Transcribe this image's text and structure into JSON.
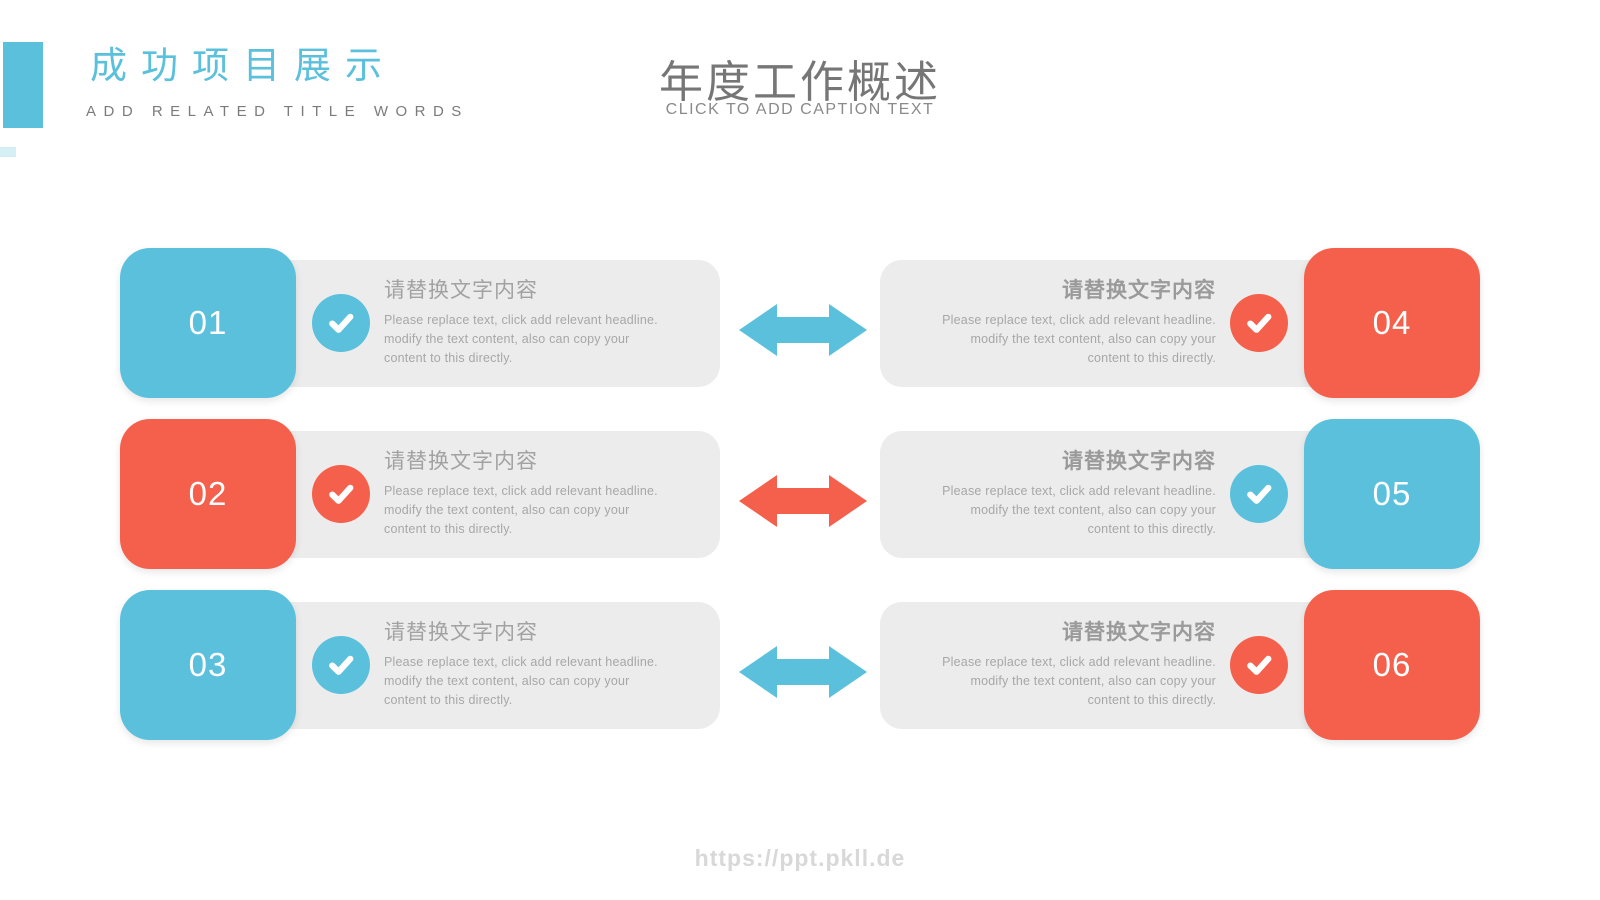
{
  "colors": {
    "blue": "#5bc0dc",
    "orange": "#f5604c",
    "card_bg": "#ececec"
  },
  "header": {
    "title": "成功项目展示",
    "subtitle": "ADD RELATED TITLE WORDS"
  },
  "slide_title": {
    "main": "年度工作概述",
    "caption": "CLICK TO ADD CAPTION TEXT"
  },
  "card_text": {
    "heading": "请替换文字内容",
    "body_lines": [
      "Please replace text, click add relevant headline.",
      "modify the text content, also can copy your",
      "content to this directly."
    ]
  },
  "rows": [
    {
      "left": {
        "number": "01",
        "color": "blue"
      },
      "arrow": {
        "color": "blue"
      },
      "right": {
        "number": "04",
        "color": "orange"
      }
    },
    {
      "left": {
        "number": "02",
        "color": "orange"
      },
      "arrow": {
        "color": "orange"
      },
      "right": {
        "number": "05",
        "color": "blue"
      }
    },
    {
      "left": {
        "number": "03",
        "color": "blue"
      },
      "arrow": {
        "color": "blue"
      },
      "right": {
        "number": "06",
        "color": "orange"
      }
    }
  ],
  "footer": {
    "watermark": "https://ppt.pkll.de"
  }
}
